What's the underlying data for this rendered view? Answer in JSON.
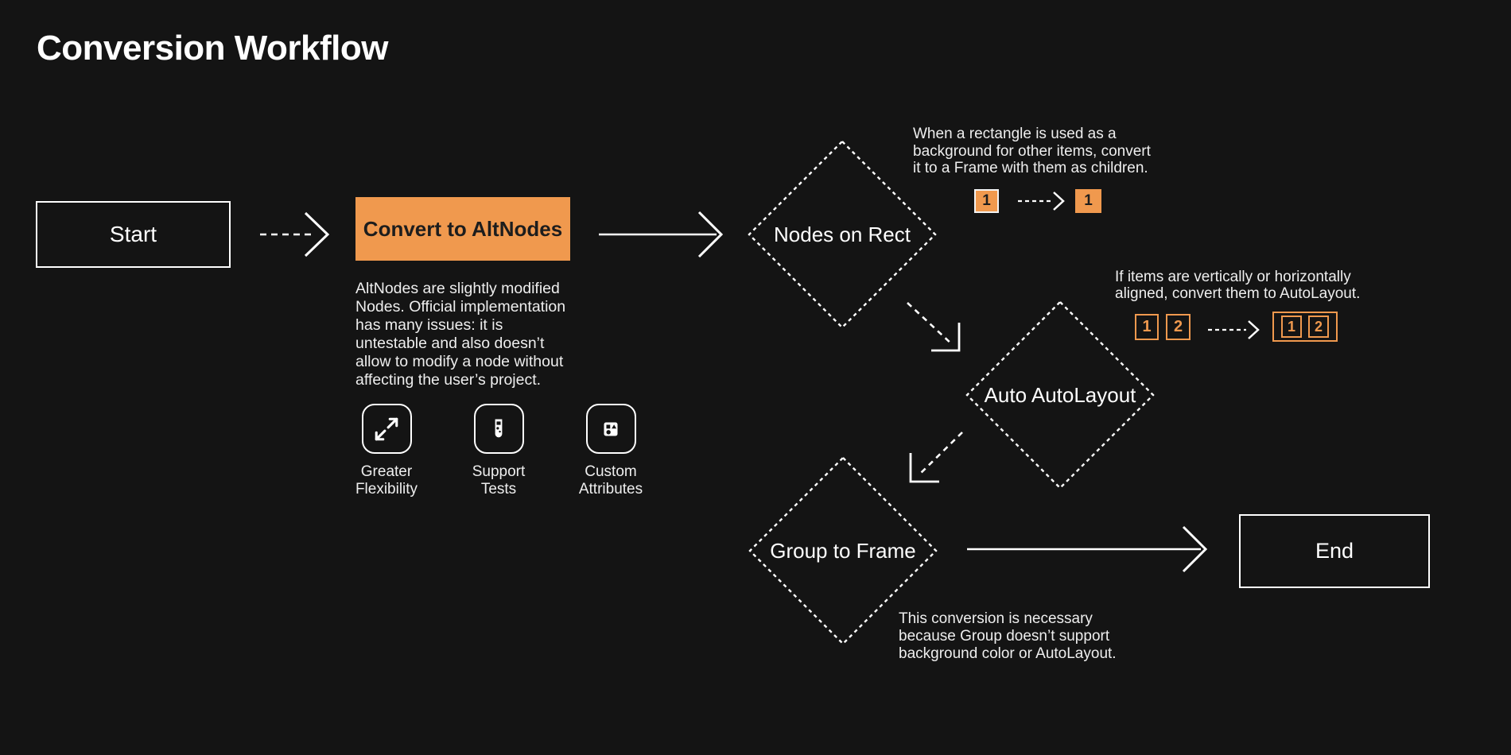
{
  "page": {
    "title": "Conversion Workflow",
    "background_color": "#141414",
    "accent_color": "#F0994E",
    "text_color": "#ffffff"
  },
  "flow": {
    "start": {
      "label": "Start"
    },
    "convert": {
      "label": "Convert to AltNodes",
      "description": "AltNodes are slightly modified\nNodes. Official implementation\nhas many issues: it is\nuntestable and also doesn’t\nallow to modify a node without\naffecting the user’s project."
    },
    "features": [
      {
        "icon": "expand-arrows-icon",
        "label": "Greater\nFlexibility"
      },
      {
        "icon": "test-tube-icon",
        "label": "Support\nTests"
      },
      {
        "icon": "shapes-icon",
        "label": "Custom\nAttributes"
      }
    ],
    "nodes_on_rect": {
      "label": "Nodes on Rect",
      "note": "When a rectangle is used as a\nbackground for other items, convert\nit to a Frame with them as children.",
      "example": {
        "before": "1",
        "after": "1"
      }
    },
    "auto_autolayout": {
      "label": "Auto AutoLayout",
      "note": "If items are vertically or horizontally\naligned, convert them to AutoLayout.",
      "example": {
        "before": [
          "1",
          "2"
        ],
        "after": [
          "1",
          "2"
        ]
      }
    },
    "group_to_frame": {
      "label": "Group to Frame",
      "note": "This conversion is necessary\nbecause Group doesn’t support\nbackground color or AutoLayout."
    },
    "end": {
      "label": "End"
    }
  }
}
